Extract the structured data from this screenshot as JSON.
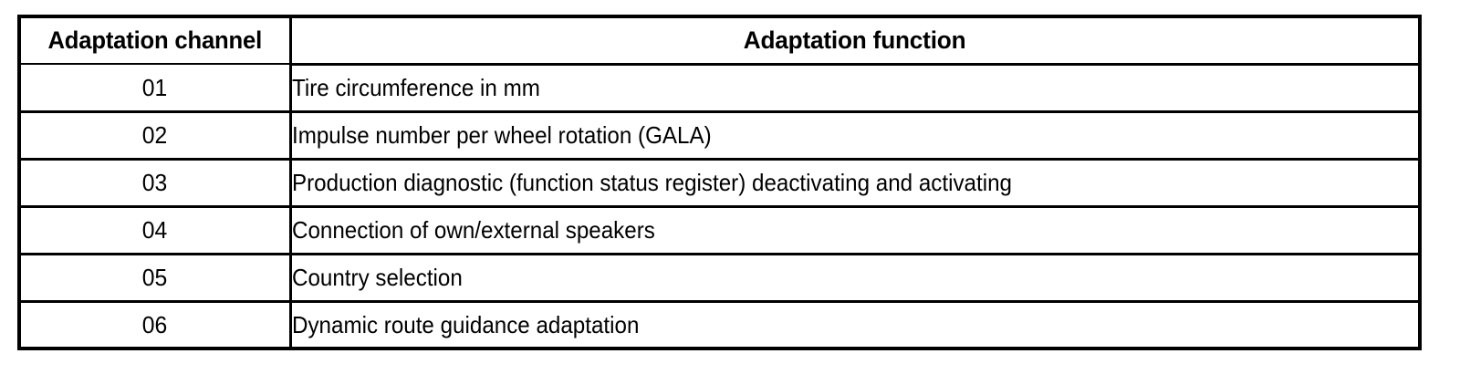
{
  "table": {
    "columns": [
      {
        "key": "channel",
        "label": "Adaptation channel",
        "align": "center"
      },
      {
        "key": "function",
        "label": "Adaptation function",
        "align": "left"
      }
    ],
    "rows": [
      {
        "channel": "01",
        "function": "Tire circumference in mm"
      },
      {
        "channel": "02",
        "function": "Impulse number per wheel rotation (GALA)"
      },
      {
        "channel": "03",
        "function": "Production diagnostic (function status register) deactivating and activating"
      },
      {
        "channel": "04",
        "function": "Connection of own/external speakers"
      },
      {
        "channel": "05",
        "function": "Country selection"
      },
      {
        "channel": "06",
        "function": "Dynamic route guidance adaptation"
      }
    ]
  },
  "style": {
    "text_color": "#000000",
    "background_color": "#ffffff",
    "border_color": "#000000"
  }
}
